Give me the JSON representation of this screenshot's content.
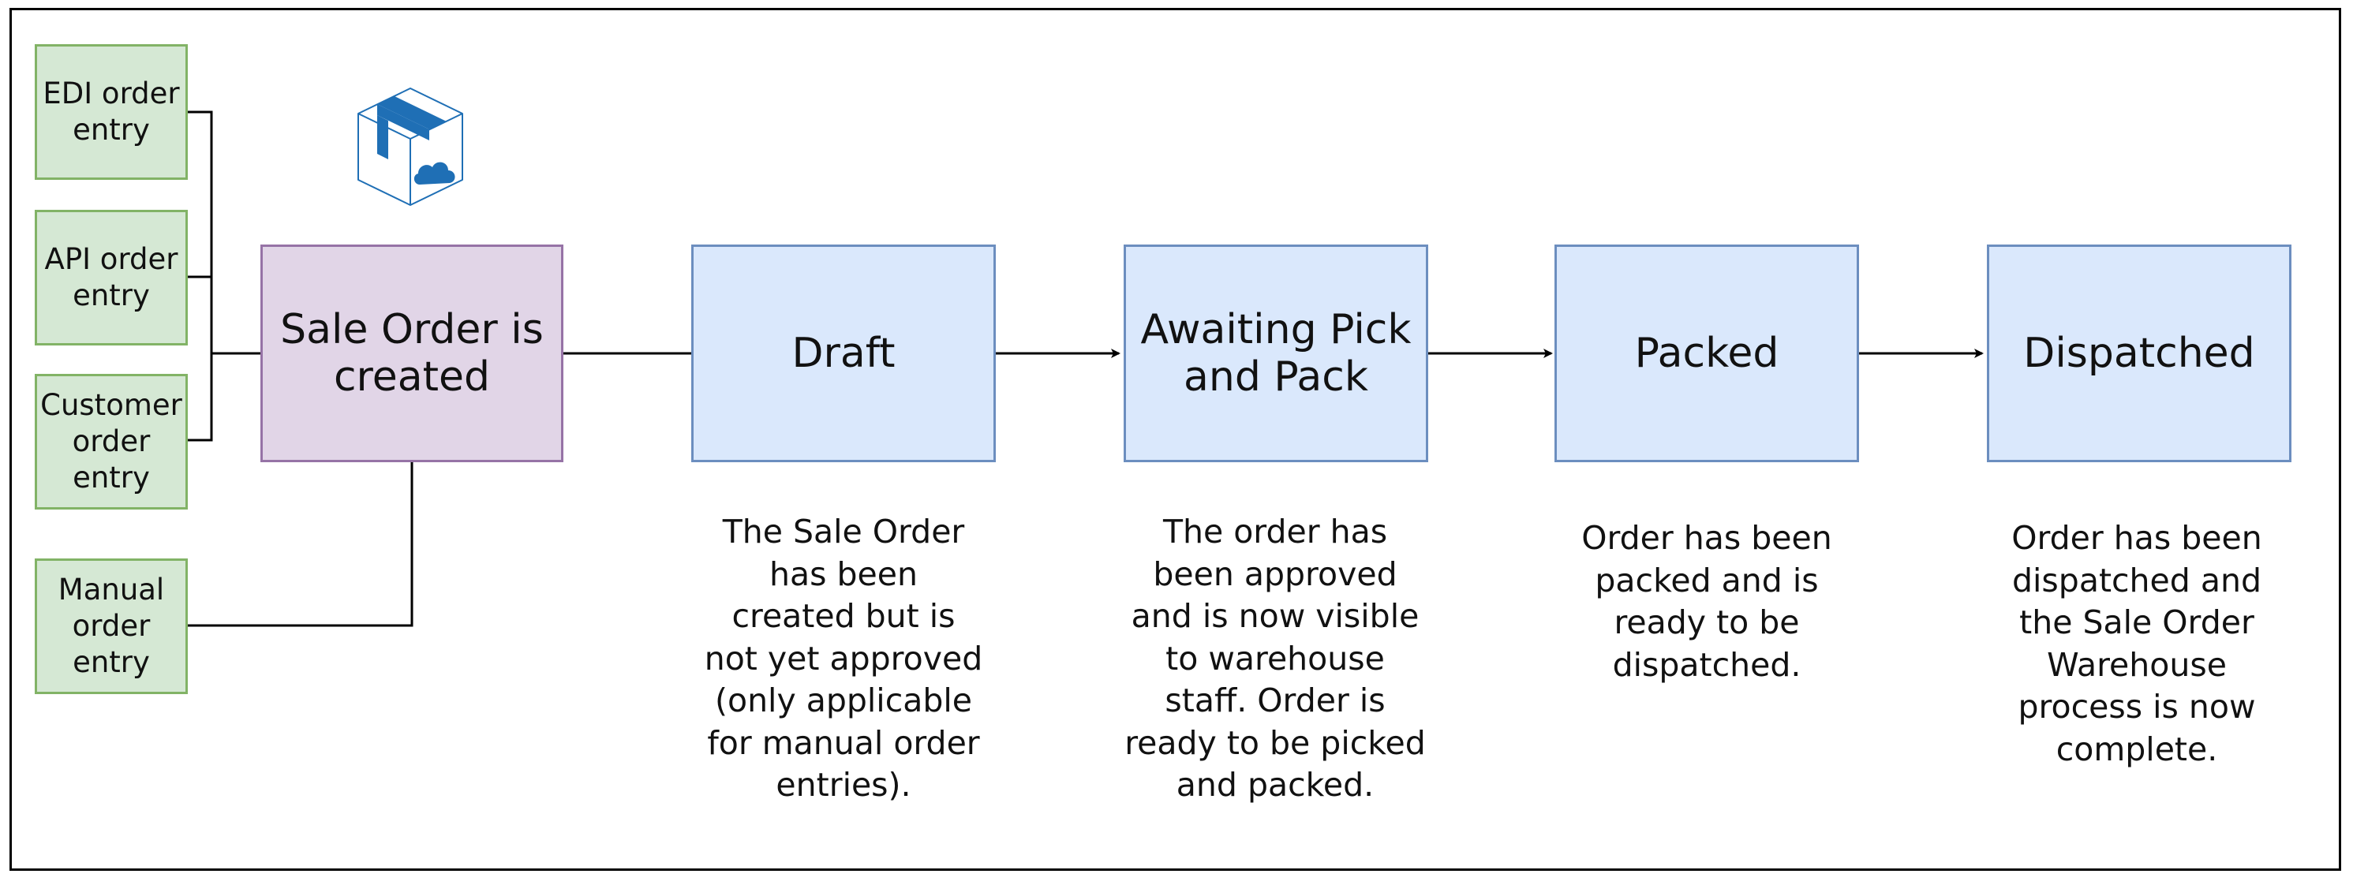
{
  "sources": {
    "edi": "EDI order\nentry",
    "api": "API order\nentry",
    "customer": "Customer\norder\nentry",
    "manual": "Manual\norder\nentry"
  },
  "created": {
    "label": "Sale Order is\ncreated"
  },
  "states": {
    "draft": "Draft",
    "awaiting": "Awaiting Pick\nand Pack",
    "packed": "Packed",
    "dispatched": "Dispatched"
  },
  "descriptions": {
    "draft": "The Sale Order\nhas been\ncreated but is\nnot yet approved\n(only applicable\nfor manual order\nentries).",
    "awaiting": "The order has\nbeen approved\nand is now visible\nto warehouse\nstaff. Order is\nready to be picked\nand packed.",
    "packed": "Order has been\npacked and is\nready to be\ndispatched.",
    "dispatched": "Order has been\ndispatched and\nthe Sale Order\nWarehouse\nprocess is now\ncomplete."
  },
  "icons": {
    "package": "package-cloud-icon"
  },
  "colors": {
    "source_fill": "#d5e8d4",
    "source_stroke": "#82b366",
    "created_fill": "#e1d5e7",
    "created_stroke": "#9673a6",
    "state_fill": "#dae8fc",
    "state_stroke": "#6c8ebf",
    "icon_blue": "#1f6fb5"
  }
}
